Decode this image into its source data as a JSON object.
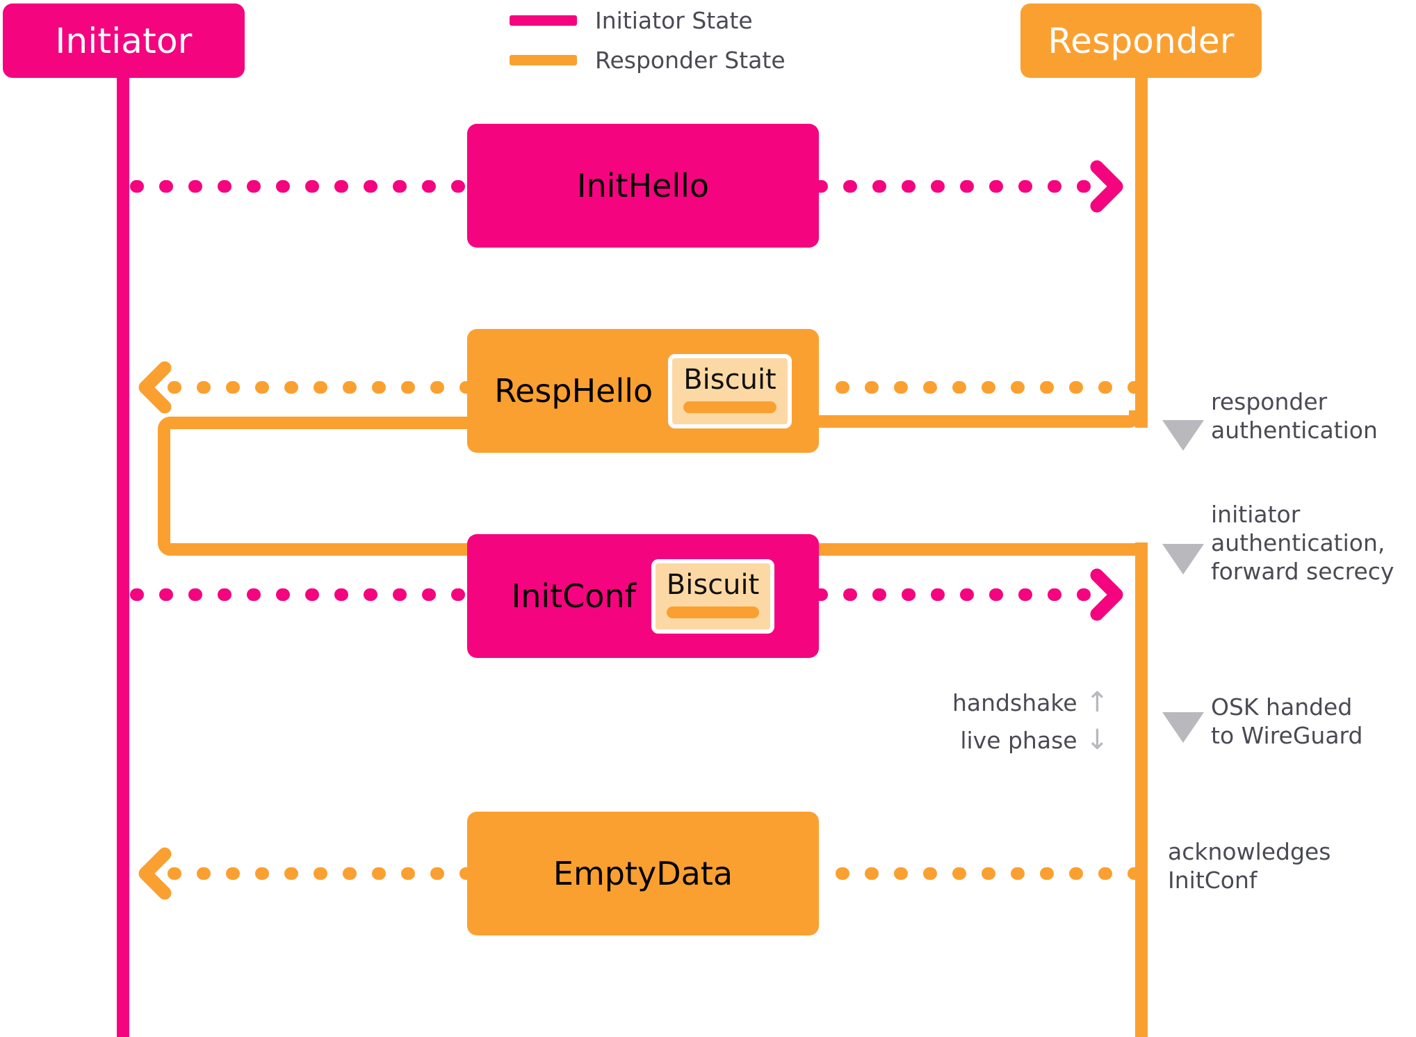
{
  "colors": {
    "initiator": "#f5047f",
    "responder": "#faa031",
    "biscuit_fill": "#fcd9a4",
    "biscuit_border": "#ffffff",
    "annotation_text": "#4a4a55",
    "marker_gray": "#b8b8bd",
    "background": "#ffffff",
    "box_text_dark": "#000000",
    "actor_text": "#ffffff"
  },
  "actors": [
    {
      "name": "initiator",
      "label": "Initiator"
    },
    {
      "name": "responder",
      "label": "Responder"
    }
  ],
  "legend": {
    "items": [
      {
        "label": "Initiator State",
        "color": "#f5047f"
      },
      {
        "label": "Responder State",
        "color": "#faa031"
      }
    ]
  },
  "messages": [
    {
      "id": "inithello",
      "label": "InitHello",
      "direction": "initiator-to-responder",
      "state": "initiator",
      "biscuit": null
    },
    {
      "id": "resphello",
      "label": "RespHello",
      "direction": "responder-to-initiator",
      "state": "responder",
      "biscuit": "Biscuit"
    },
    {
      "id": "initconf",
      "label": "InitConf",
      "direction": "initiator-to-responder",
      "state": "initiator",
      "biscuit": "Biscuit"
    },
    {
      "id": "emptydata",
      "label": "EmptyData",
      "direction": "responder-to-initiator",
      "state": "responder",
      "biscuit": null
    }
  ],
  "annotations": [
    {
      "id": "responder-auth",
      "text": "responder\nauthentication",
      "marker": "triangle-down"
    },
    {
      "id": "initiator-auth",
      "text": "initiator\nauthentication,\nforward secrecy",
      "marker": "triangle-down"
    },
    {
      "id": "osk",
      "text": "OSK handed\nto WireGuard",
      "marker": "triangle-down"
    },
    {
      "id": "ack",
      "text": "acknowledges\nInitConf",
      "marker": "none"
    }
  ],
  "phase_divider": {
    "upper_label": "handshake",
    "upper_arrow": "↑",
    "lower_label": "live phase",
    "lower_arrow": "↓"
  }
}
